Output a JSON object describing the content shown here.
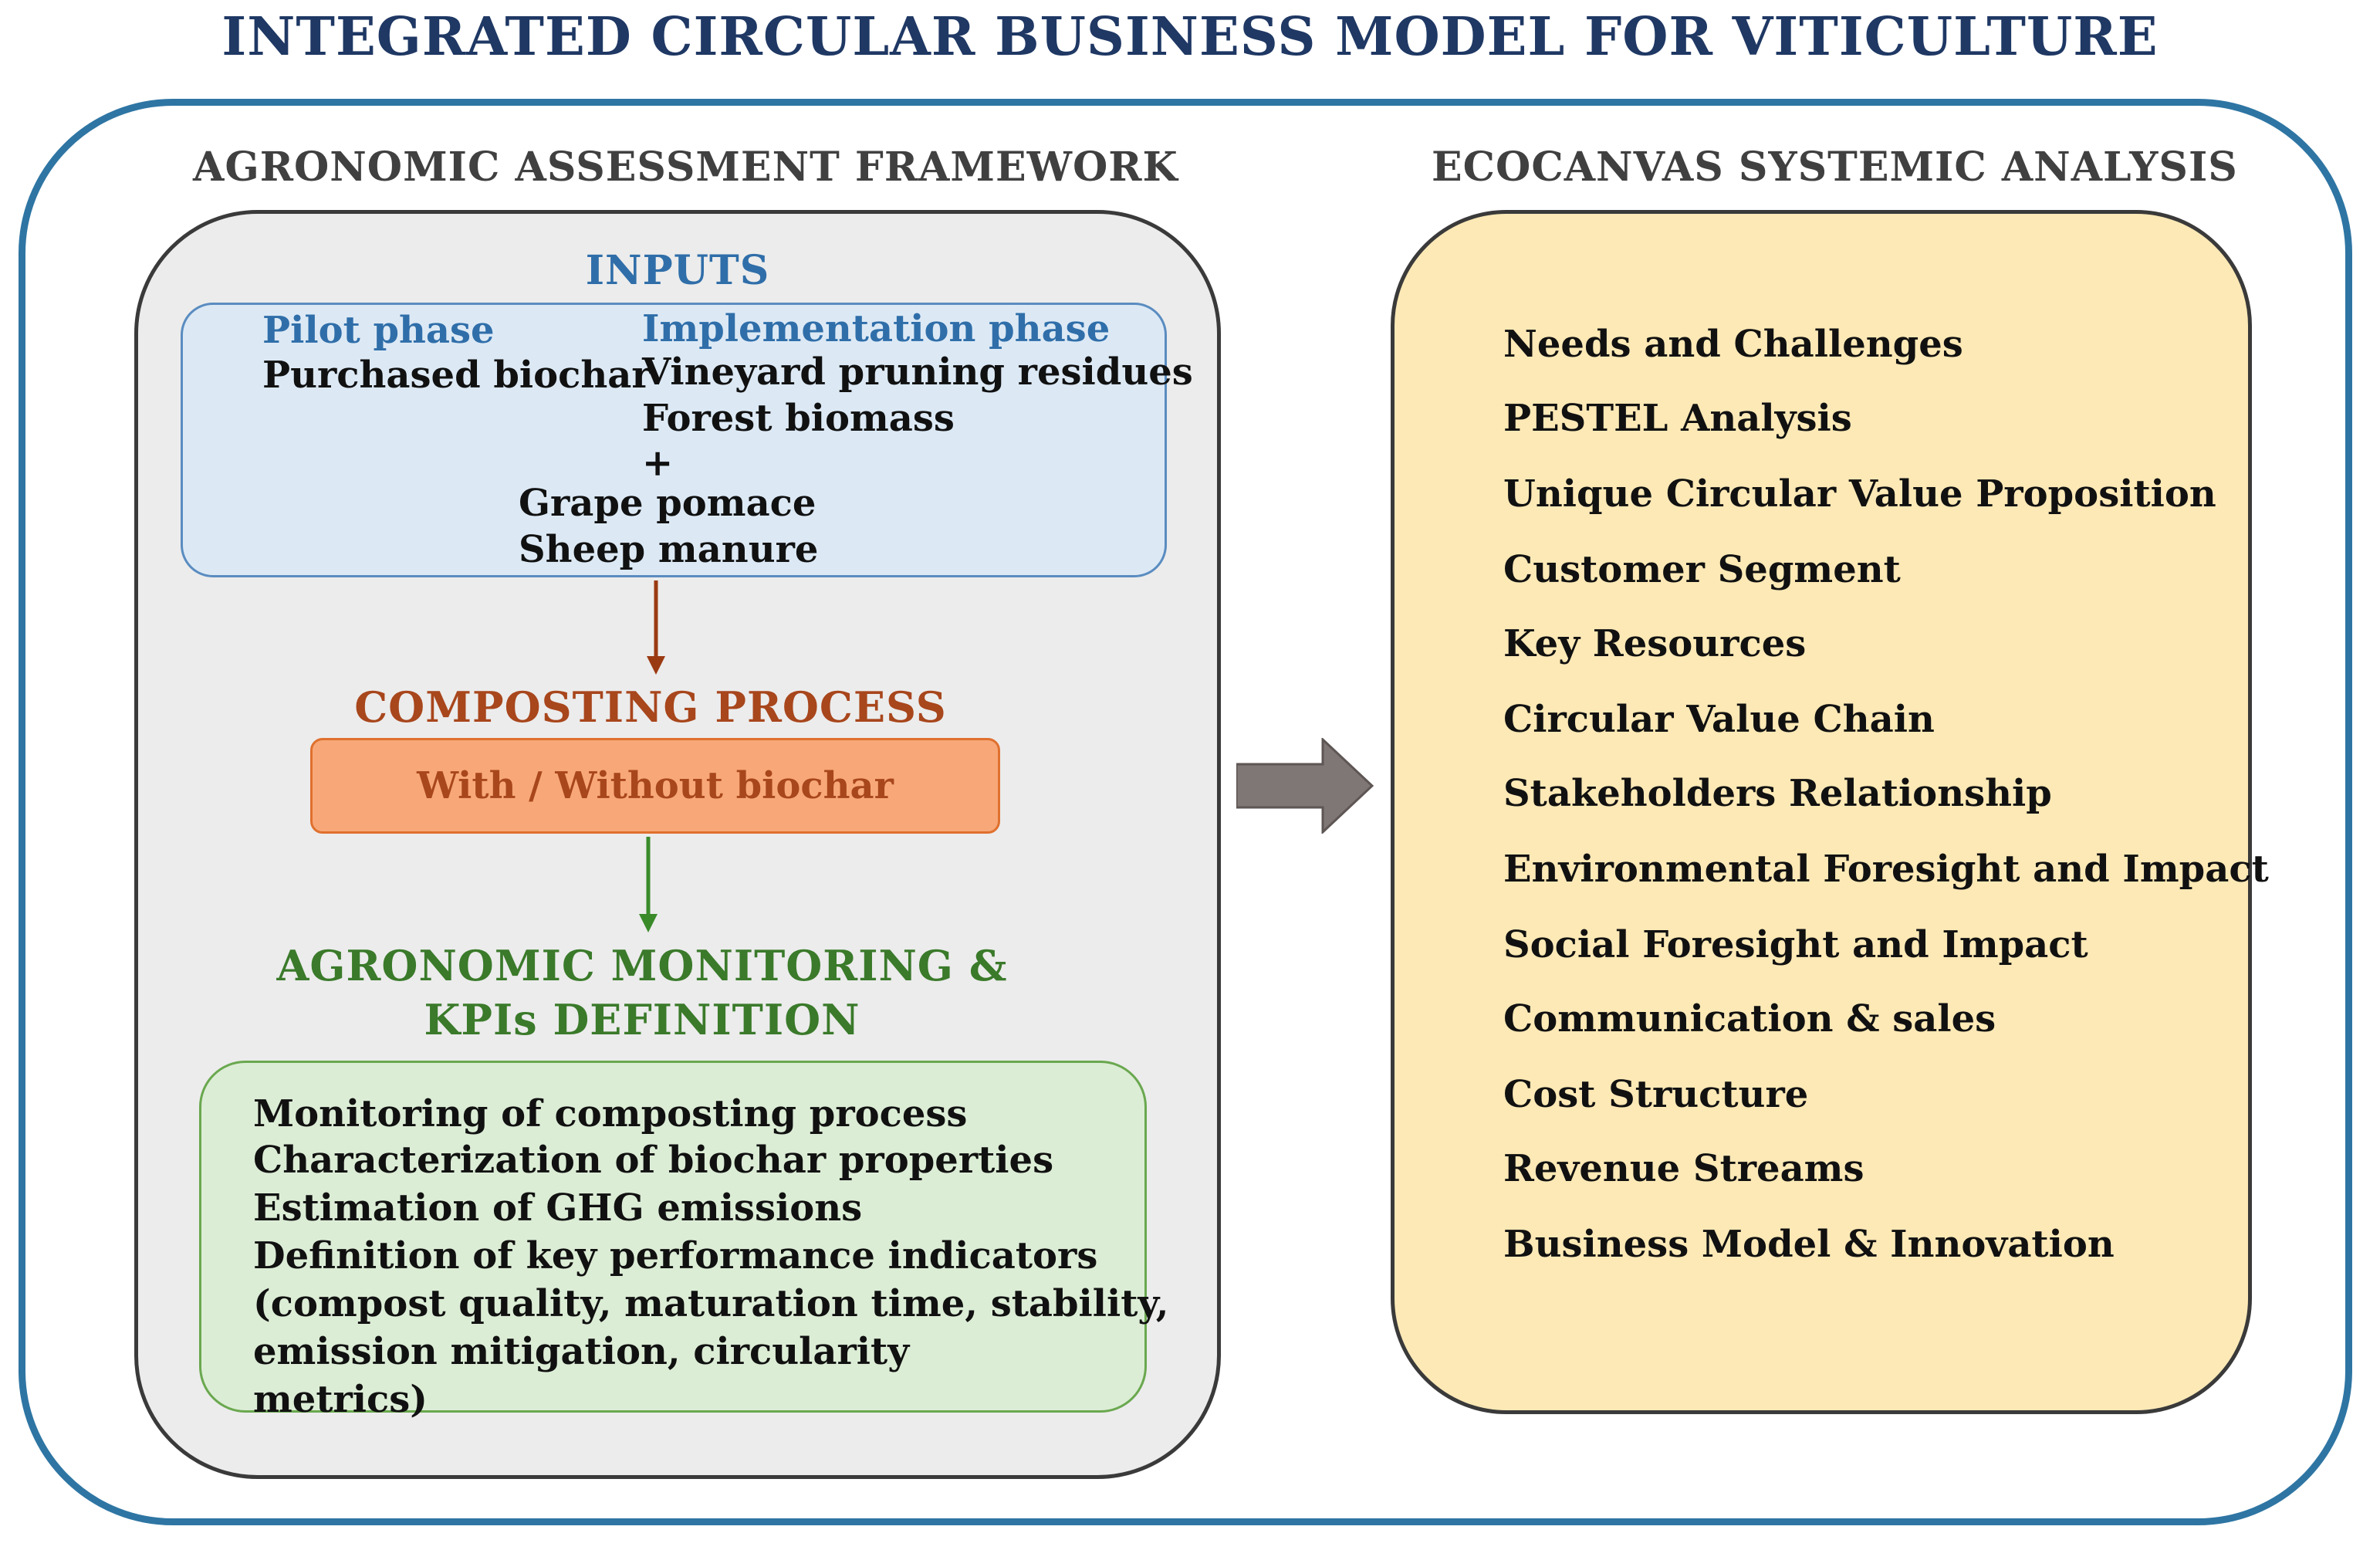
{
  "title": "INTEGRATED CIRCULAR BUSINESS MODEL FOR VITICULTURE",
  "left": {
    "heading": "AGRONOMIC ASSESSMENT FRAMEWORK",
    "inputs": {
      "heading": "INPUTS",
      "pilot_label": "Pilot phase",
      "pilot_items": [
        "Purchased biochar"
      ],
      "implementation_label": "Implementation phase",
      "implementation_items": [
        "Vineyard pruning residues",
        "Forest biomass"
      ],
      "plus": "+",
      "common_items": [
        "Grape pomace",
        "Sheep manure"
      ]
    },
    "composting": {
      "heading": "COMPOSTING PROCESS",
      "box_label": "With / Without biochar"
    },
    "monitoring": {
      "heading_line1": "AGRONOMIC MONITORING &",
      "heading_line2": "KPIs DEFINITION",
      "items": [
        "Monitoring of composting process",
        "Characterization of biochar properties",
        "Estimation of GHG emissions",
        "Definition of key performance indicators",
        "(compost quality, maturation time, stability,",
        "emission mitigation, circularity metrics)"
      ]
    }
  },
  "right": {
    "heading": "ECOCANVAS SYSTEMIC ANALYSIS",
    "items": [
      "Needs and Challenges",
      "PESTEL Analysis",
      "Unique Circular Value Proposition",
      "Customer Segment",
      "Key Resources",
      "Circular Value Chain",
      "Stakeholders Relationship",
      "Environmental Foresight and Impact",
      "Social Foresight and Impact",
      "Communication & sales",
      "Cost Structure",
      "Revenue Streams",
      "Business Model & Innovation"
    ]
  },
  "colors": {
    "title": "#1f3864",
    "outer_border": "#2e75a3",
    "inputs": "#2f6ea9",
    "composting": "#a8461c",
    "monitoring": "#3a7a2a",
    "gray_panel": "#ececec",
    "yellow_panel": "#fde9b6",
    "transfer_arrow": "#7f7775"
  }
}
